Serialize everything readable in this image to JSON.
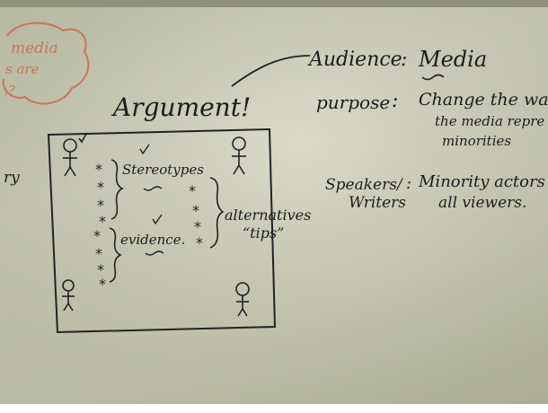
{
  "whiteboard": {
    "title": "Argument!",
    "audience_label": "Audience",
    "audience_value": "Media",
    "purpose_label": "purpose",
    "purpose_lines": [
      "Change the way",
      "the media repre",
      "minorities"
    ],
    "speakers_label_lines": [
      "Speakers/",
      "Writers"
    ],
    "speakers_value_lines": [
      "Minority actors &",
      "all viewers."
    ],
    "box_stereotypes": "Stereotypes",
    "box_evidence": "evidence.",
    "box_alternatives": "alternatives",
    "box_tips": "“tips”",
    "bubble_lines": [
      "media",
      "s are",
      ".?"
    ],
    "left_fragment": "ry"
  },
  "colors": {
    "board": "#d0d1b8",
    "marker": "#1c1c1c",
    "faded_marker": "#c9765a"
  }
}
